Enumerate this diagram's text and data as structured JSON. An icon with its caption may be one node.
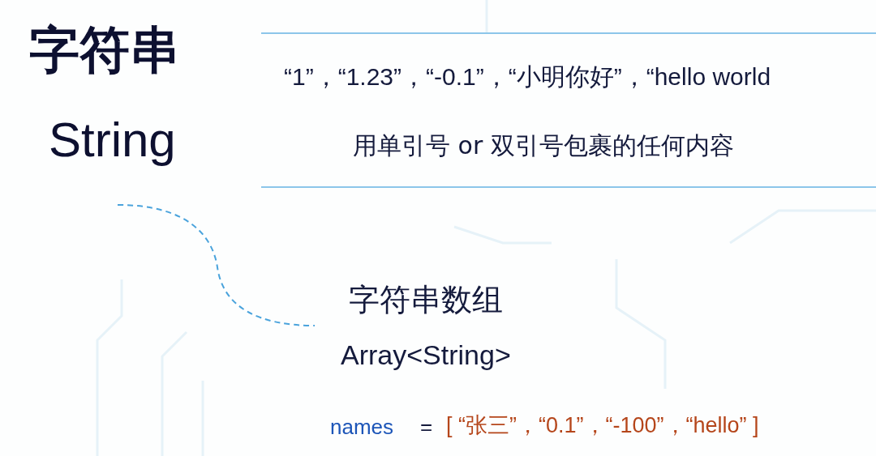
{
  "diagram": {
    "labels": [
      "字符串",
      "String",
      "“1”，“1.23”，“-0.1”，“小明你好”，“hello world",
      "用单引号 or 双引号包裹的任何内容",
      "字符串数组",
      "Array<String>",
      "names",
      "=",
      "[ “张三”，“0.1”，“-100”，“hello” ]"
    ]
  }
}
